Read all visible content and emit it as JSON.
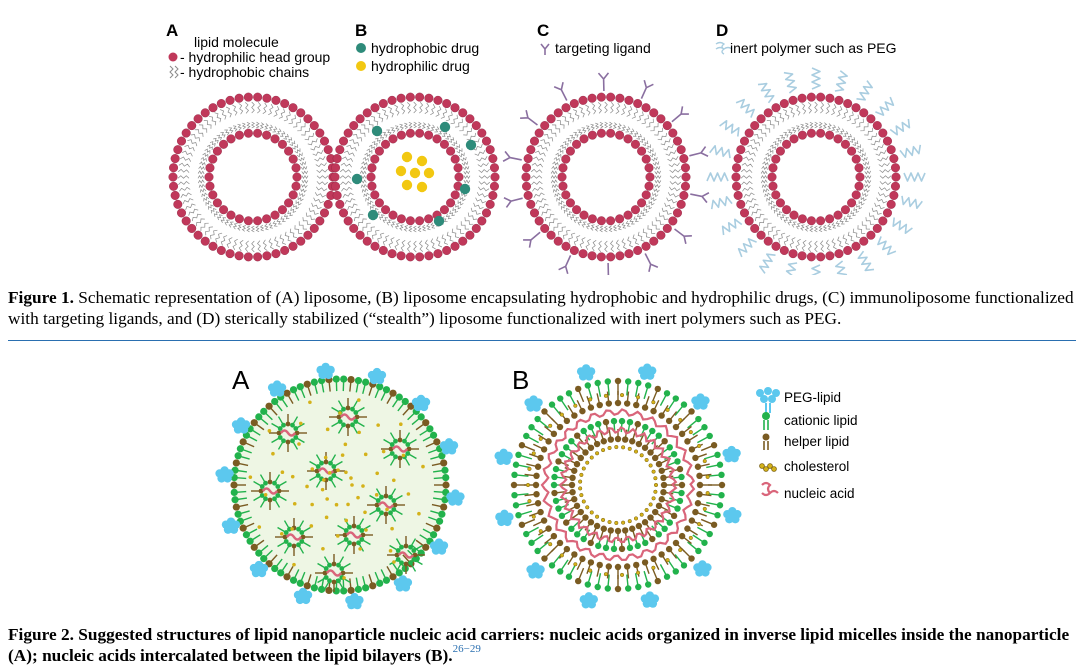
{
  "figure1": {
    "panels": [
      {
        "letter": "A",
        "legend": [
          "lipid molecule",
          "- hydrophilic head group",
          "- hydrophobic chains"
        ]
      },
      {
        "letter": "B",
        "legend": [
          "hydrophobic drug",
          "hydrophilic drug"
        ]
      },
      {
        "letter": "C",
        "legend": [
          "targeting ligand"
        ]
      },
      {
        "letter": "D",
        "legend": [
          "inert polymer such as PEG"
        ]
      }
    ],
    "caption": {
      "label": "Figure 1.",
      "text": " Schematic representation of (A) liposome, (B) liposome encapsulating hydrophobic and hydrophilic drugs, (C) immunoliposome functionalized with targeting ligands, and (D) sterically stabilized (“stealth”) liposome functionalized with inert polymers such as PEG."
    }
  },
  "figure2": {
    "panels": [
      {
        "letter": "A"
      },
      {
        "letter": "B"
      }
    ],
    "legend": [
      "PEG-lipid",
      "cationic lipid",
      "helper lipid",
      "cholesterol",
      "nucleic acid"
    ],
    "caption": {
      "label": "Figure 2.",
      "text": " Suggested structures of lipid nanoparticle nucleic acid carriers: nucleic acids organized in inverse lipid micelles inside the nanoparticle (A); nucleic acids intercalated between the lipid bilayers (B).",
      "refs": "26−29"
    }
  },
  "colors": {
    "head": "#c0385a",
    "tail": "#8a8a8a",
    "hydrophobic_drug": "#2e8b7a",
    "hydrophilic_drug": "#f2c811",
    "ligand": "#8a6fa0",
    "peg": "#a9cde0",
    "peg_lipid": "#5cc8ee",
    "cationic": "#22b24c",
    "helper": "#7a5b22",
    "cholesterol": "#d4b21a",
    "nucleic": "#d9657a",
    "rule": "#2a6fb0"
  }
}
